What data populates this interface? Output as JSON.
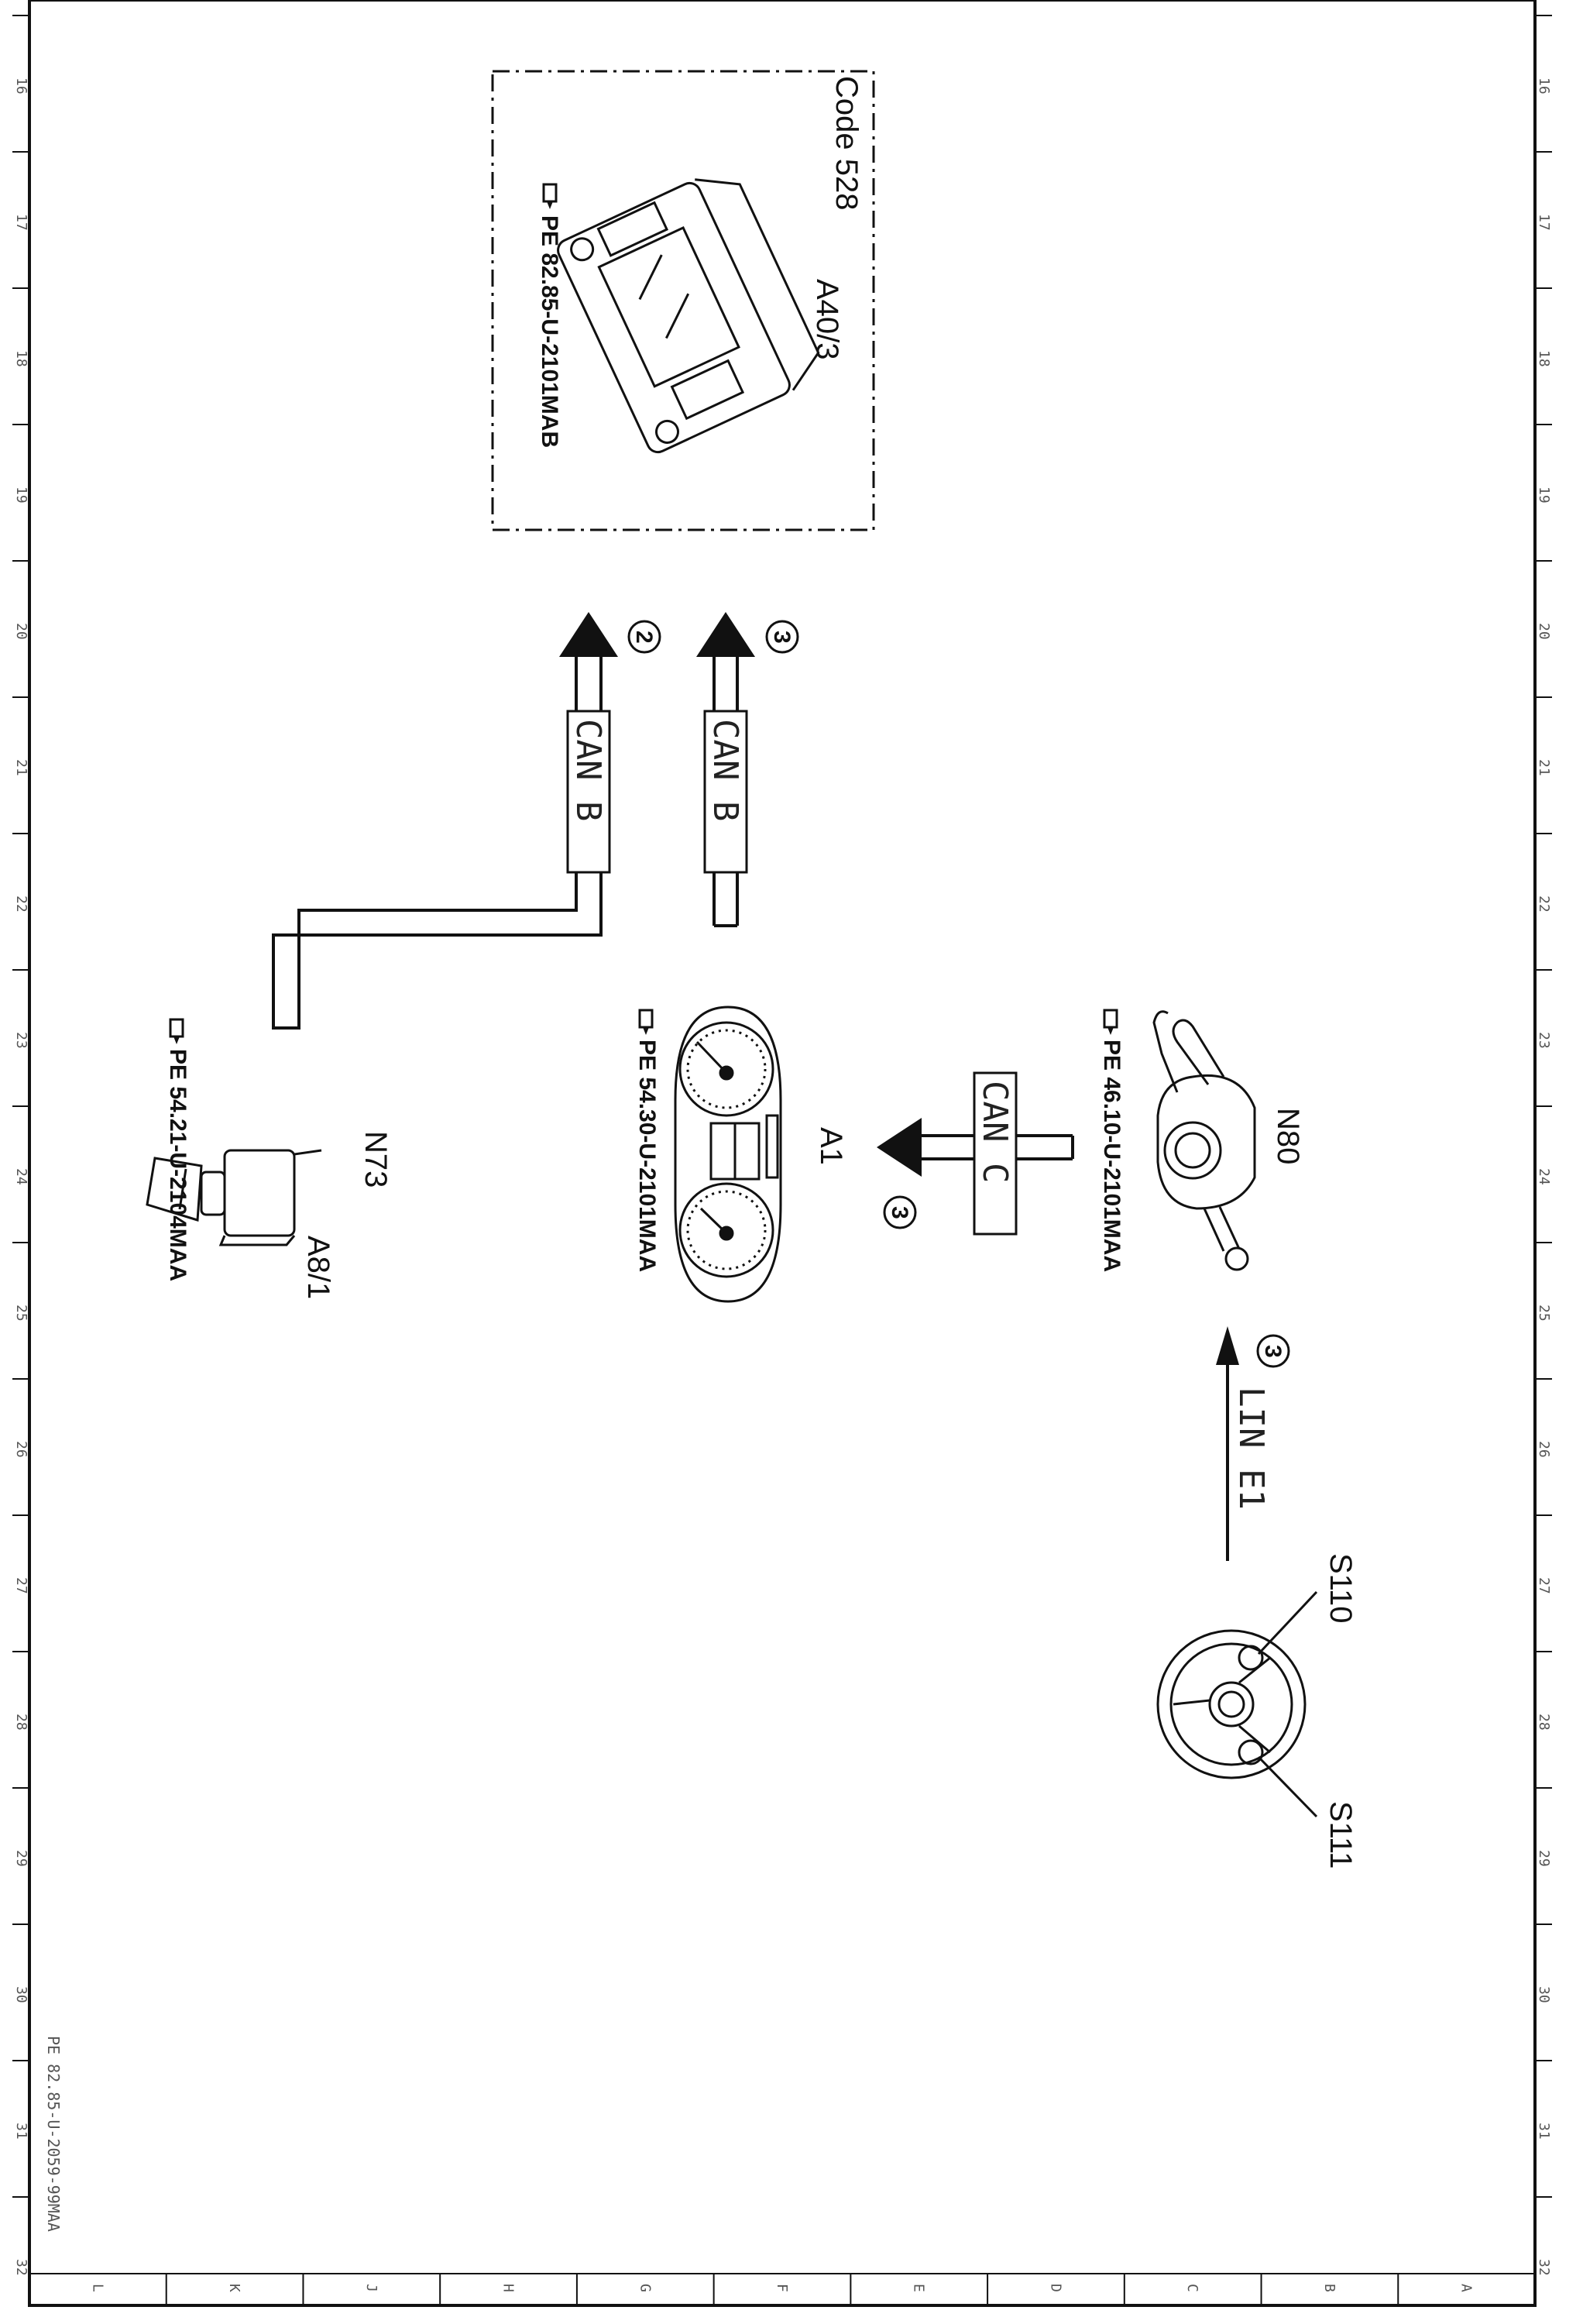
{
  "grid": {
    "row_labels": [
      "16",
      "17",
      "18",
      "19",
      "20",
      "21",
      "22",
      "23",
      "24",
      "25",
      "26",
      "27",
      "28",
      "29",
      "30",
      "31",
      "32"
    ],
    "col_labels": [
      "L",
      "K",
      "J",
      "H",
      "G",
      "F",
      "E",
      "D",
      "C",
      "B",
      "A"
    ]
  },
  "components": {
    "a40_3": {
      "code": "Code 528",
      "id": "A40/3",
      "ref": "PE 82.85-U-2101MAB"
    },
    "a1": {
      "id": "A1",
      "ref": "PE 54.30-U-2101MAA"
    },
    "n80": {
      "id": "N80",
      "ref": "PE 46.10-U-2101MAA"
    },
    "n73": {
      "id": "N73",
      "id2": "A8/1",
      "ref": "PE 54.21-U-2104MAA"
    },
    "s110": {
      "id": "S110"
    },
    "s111": {
      "id": "S111"
    }
  },
  "buses": {
    "can_b_left": {
      "label": "CAN B",
      "marker": "2"
    },
    "can_b_right": {
      "label": "CAN B",
      "marker": "3"
    },
    "can_c": {
      "label": "CAN C",
      "marker": "3"
    },
    "lin_e1": {
      "label": "LIN E1",
      "marker": "3"
    }
  },
  "footer": {
    "doc_id": "PE 82.85-U-2059-99MAA"
  },
  "colors": {
    "line": "#111111",
    "bus_fill": "#ffffff",
    "dash_box": "#111111"
  }
}
